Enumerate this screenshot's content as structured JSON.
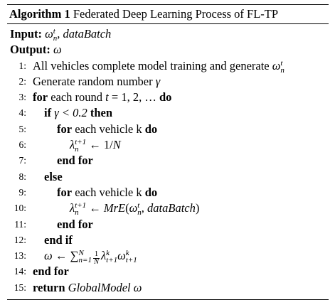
{
  "caption": {
    "label": "Algorithm 1",
    "text": "Federated Deep Learning Process of FL-TP"
  },
  "input": {
    "label": "Input:",
    "omega": "ω",
    "sup": "t",
    "sub": "n",
    "rest": ", dataBatch"
  },
  "output": {
    "label": "Output:",
    "value": "ω"
  },
  "lines": {
    "l1": {
      "num": "1:",
      "text": "All vehicles complete model training and generate ",
      "omega": "ω",
      "sup": "t",
      "sub": "n"
    },
    "l2": {
      "num": "2:",
      "text": "Generate random number ",
      "gamma": "γ"
    },
    "l3": {
      "num": "3:",
      "kw1": "for",
      "text": " each round ",
      "var": "t",
      "rest": " = 1, 2, … ",
      "kw2": "do"
    },
    "l4": {
      "num": "4:",
      "kw1": "if",
      "cond": " γ < 0.2 ",
      "kw2": "then"
    },
    "l5": {
      "num": "5:",
      "kw1": "for",
      "text": " each vehicle k ",
      "kw2": "do"
    },
    "l6": {
      "num": "6:",
      "lambda": "λ",
      "sup": "t+1",
      "sub": "n",
      "rest": " ← 1/",
      "N": "N"
    },
    "l7": {
      "num": "7:",
      "kw": "end for"
    },
    "l8": {
      "num": "8:",
      "kw": "else"
    },
    "l9": {
      "num": "9:",
      "kw1": "for",
      "text": " each vehicle k ",
      "kw2": "do"
    },
    "l10": {
      "num": "10:",
      "lambda": "λ",
      "sup": "t+1",
      "sub": "n",
      "arrow": " ← ",
      "func": "MrE",
      "open": "(",
      "omega": "ω",
      "osup": "t",
      "osub": "n",
      "args": ", dataBatch",
      "close": ")"
    },
    "l11": {
      "num": "11:",
      "kw": "end for"
    },
    "l12": {
      "num": "12:",
      "kw": "end if"
    },
    "l13": {
      "num": "13:",
      "omega": "ω",
      "arrow": " ← ",
      "sigma": "∑",
      "sum_sup": "N",
      "sum_sub": "n=1",
      "frac_num": "1",
      "frac_den": "N",
      "lambda": "λ",
      "lsup": "k",
      "lsub": "t+1",
      "omega2": "ω",
      "osup": "k",
      "osub": "t+1"
    },
    "l14": {
      "num": "14:",
      "kw": "end for"
    },
    "l15": {
      "num": "15:",
      "kw": "return",
      "text": " GlobalModel ",
      "omega": "ω"
    }
  }
}
